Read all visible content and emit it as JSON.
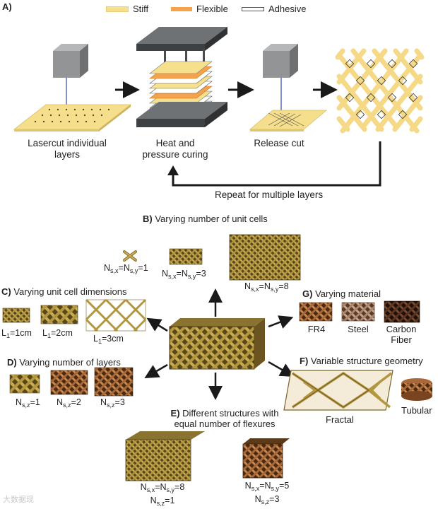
{
  "panel_a": {
    "label": "A)",
    "legend": [
      {
        "name": "Stiff",
        "color": "#f7e08c"
      },
      {
        "name": "Flexible",
        "color": "#f5a24a"
      },
      {
        "name": "Adhesive",
        "color": "#ffffff"
      }
    ],
    "steps": [
      {
        "line1": "Lasercut individual",
        "line2": "layers"
      },
      {
        "line1": "Heat and",
        "line2": "pressure curing"
      },
      {
        "line1": "Release cut",
        "line2": ""
      }
    ],
    "repeat_label": "Repeat for multiple layers"
  },
  "panel_b": {
    "letter": "B)",
    "title": "Varying number of unit cells",
    "items": [
      {
        "sym": "N",
        "sub1": "s,x",
        "sub2": "s,y",
        "val": "1"
      },
      {
        "sym": "N",
        "sub1": "s,x",
        "sub2": "s,y",
        "val": "3"
      },
      {
        "sym": "N",
        "sub1": "s,x",
        "sub2": "s,y",
        "val": "8"
      }
    ]
  },
  "panel_c": {
    "letter": "C)",
    "title": "Varying unit cell dimensions",
    "items": [
      {
        "sym": "L",
        "sub": "1",
        "val": "=1cm"
      },
      {
        "sym": "L",
        "sub": "1",
        "val": "=2cm"
      },
      {
        "sym": "L",
        "sub": "1",
        "val": "=3cm"
      }
    ]
  },
  "panel_d": {
    "letter": "D)",
    "title": "Varying number of layers",
    "items": [
      {
        "sym": "N",
        "sub": "s,z",
        "val": "=1"
      },
      {
        "sym": "N",
        "sub": "s,z",
        "val": "=2"
      },
      {
        "sym": "N",
        "sub": "s,z",
        "val": "=3"
      }
    ]
  },
  "panel_e": {
    "letter": "E)",
    "title_line1": "Different structures with",
    "title_line2": "equal number of flexures",
    "items": [
      {
        "sym": "N",
        "sub1": "s,x",
        "sub2": "s,y",
        "val": "8",
        "z_sub": "s,z",
        "z_val": "1"
      },
      {
        "sym": "N",
        "sub1": "s,x",
        "sub2": "s,y",
        "val": "5",
        "z_sub": "s,z",
        "z_val": "3"
      }
    ]
  },
  "panel_f": {
    "letter": "F)",
    "title": "Variable structure geometry",
    "items": [
      "Fractal",
      "Tubular"
    ]
  },
  "panel_g": {
    "letter": "G)",
    "title": "Varying material",
    "items": [
      {
        "line1": "FR4",
        "line2": ""
      },
      {
        "line1": "Steel",
        "line2": ""
      },
      {
        "line1": "Carbon",
        "line2": "Fiber"
      }
    ]
  },
  "watermark": "大数据现",
  "colors": {
    "stiff": "#f7e08c",
    "flexible": "#f5a24a",
    "lattice_gold": "#b89a3a",
    "lattice_dark": "#4a3a14",
    "copper": "#9a5a2a",
    "laser_gray": "#8a8c8e"
  }
}
